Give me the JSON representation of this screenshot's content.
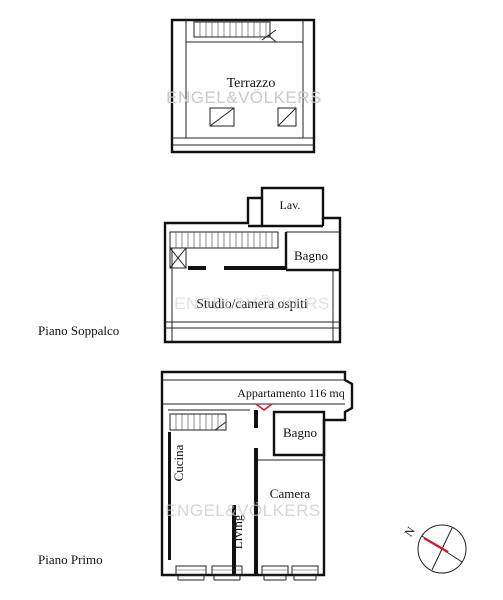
{
  "floors": {
    "terrace_floor": {
      "rooms": {
        "terrazzo": "Terrazzo"
      }
    },
    "mezzanine": {
      "label": "Piano Soppalco",
      "rooms": {
        "lav": "Lav.",
        "bagno": "Bagno",
        "studio": "Studio/camera ospiti"
      }
    },
    "first_floor": {
      "label": "Piano Primo",
      "area_label": "Appartamento 116 mq",
      "rooms": {
        "bagno": "Bagno",
        "cucina": "Cucina",
        "camera": "Camera",
        "living": "Living"
      }
    }
  },
  "watermark": "ENGEL&VÖLKERS",
  "compass": {
    "north_label": "N",
    "needle_color": "#d01c2a"
  }
}
